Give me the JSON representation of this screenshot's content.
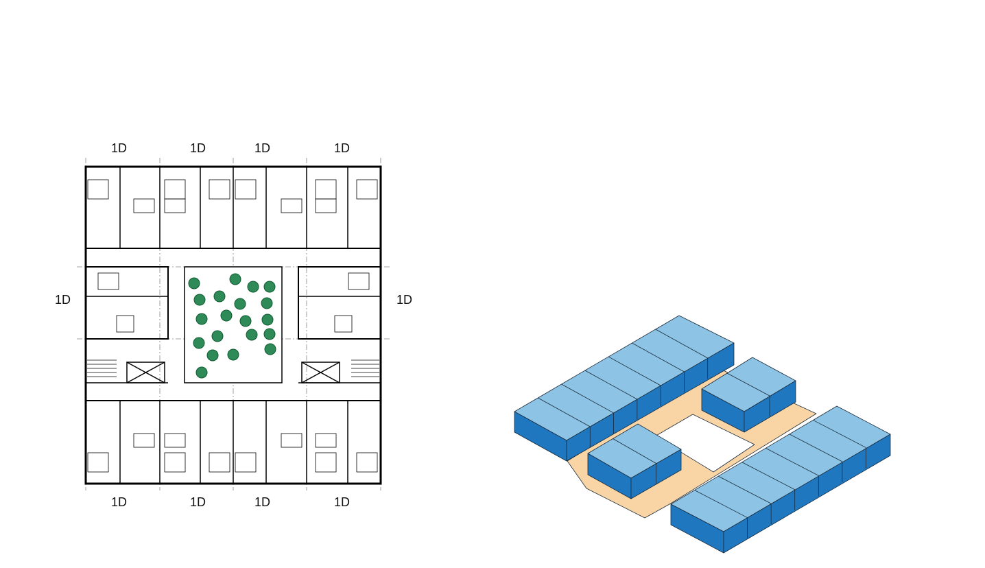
{
  "unit_label": "1D",
  "plan": {
    "top_labels": [
      "1D",
      "1D",
      "1D",
      "1D"
    ],
    "bottom_labels": [
      "1D",
      "1D",
      "1D",
      "1D"
    ],
    "left_label": "1D",
    "right_label": "1D",
    "courtyard_tree_count": 20
  },
  "axonometric": {
    "block_color_top": "#8dc3e4",
    "block_color_side": "#1f77c0",
    "courtyard_color": "#f9d5a6"
  }
}
